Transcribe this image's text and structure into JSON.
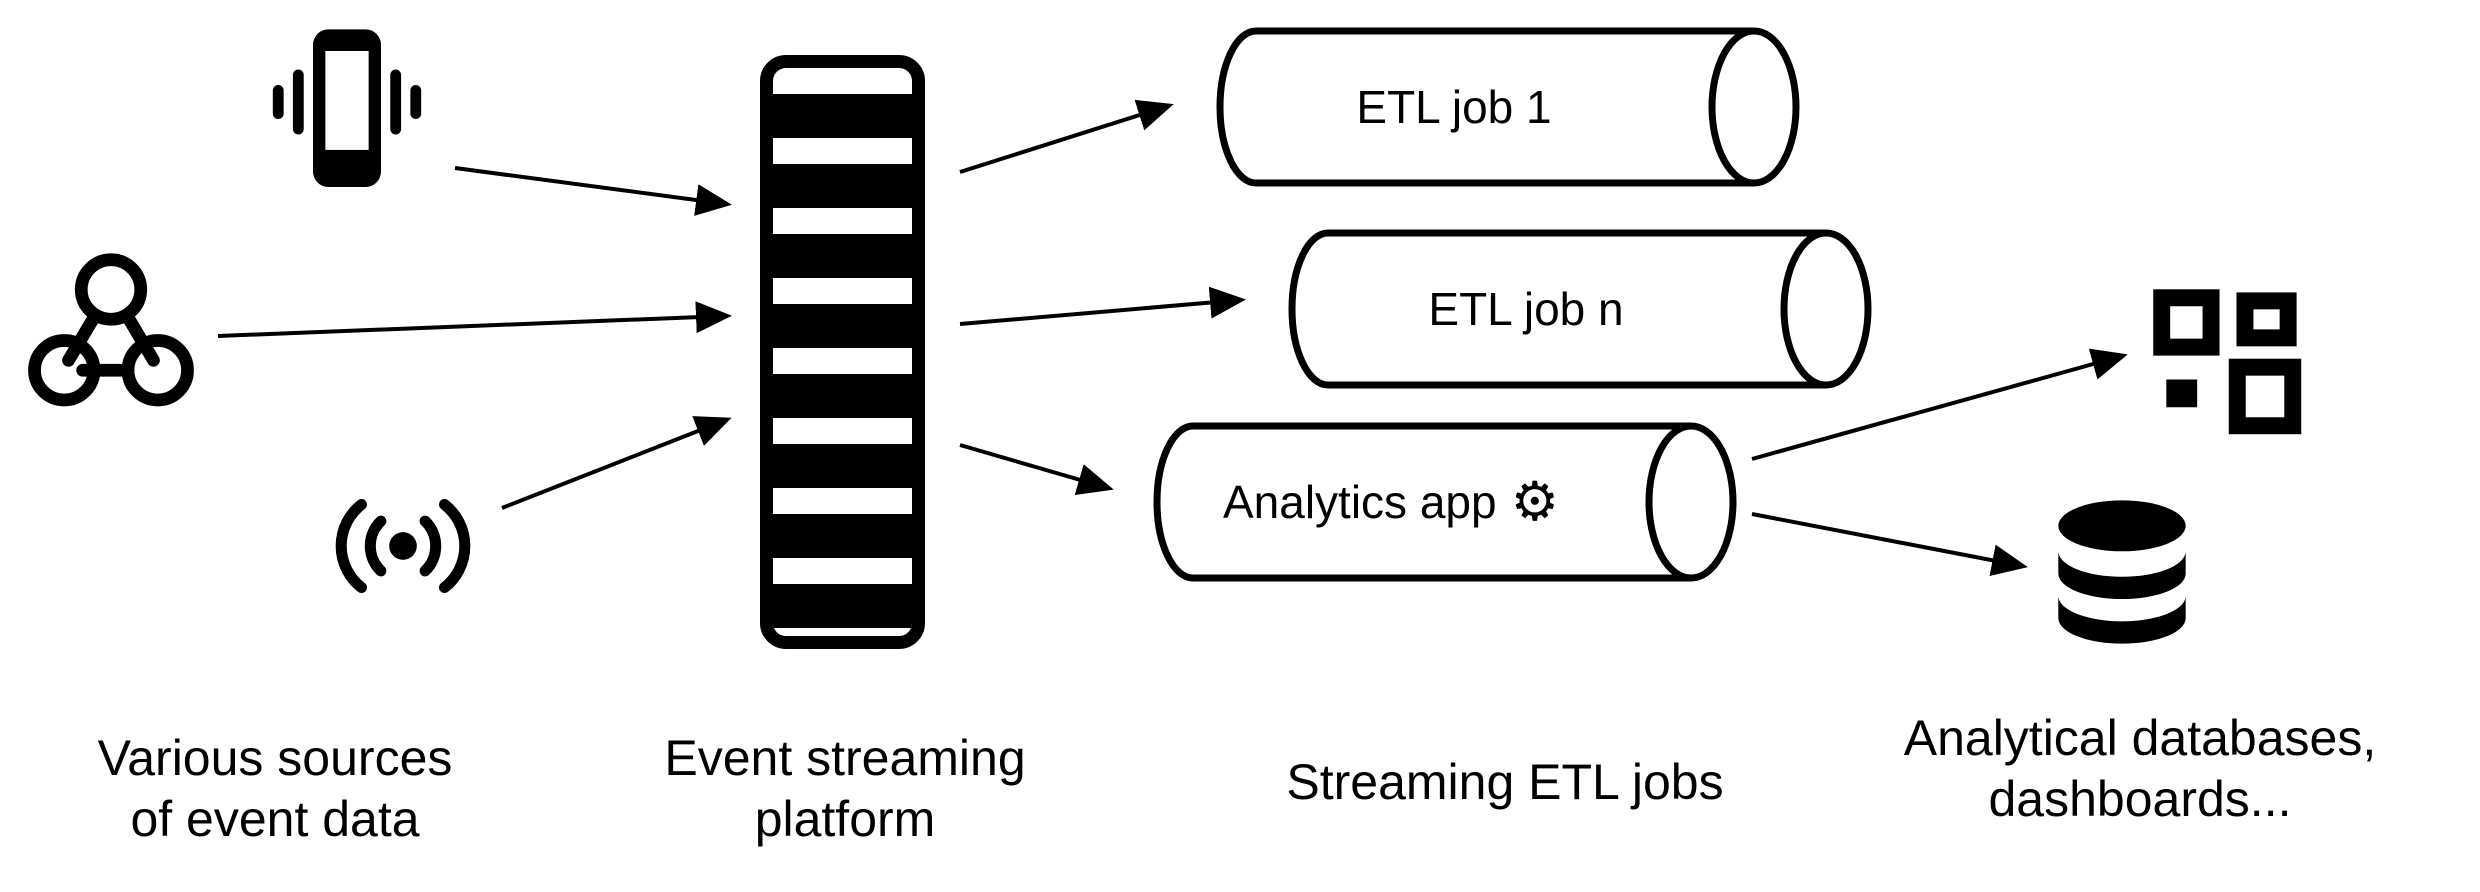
{
  "colors": {
    "foreground": "#000000",
    "background": "#ffffff"
  },
  "sources": {
    "caption": {
      "line1": "Various sources",
      "line2": "of event data"
    },
    "icons": [
      "mobile-vibration-icon",
      "webhook-icon",
      "broadcast-icon"
    ]
  },
  "platform": {
    "caption": {
      "line1": "Event streaming",
      "line2": "platform"
    }
  },
  "jobs": {
    "caption": "Streaming ETL jobs",
    "items": [
      {
        "label": "ETL job 1"
      },
      {
        "label": "ETL job n"
      },
      {
        "label": "Analytics app",
        "icon": "gear-icon",
        "icon_glyph": "⚙"
      }
    ]
  },
  "outputs": {
    "caption": {
      "line1": "Analytical databases,",
      "line2": "dashboards..."
    },
    "icons": [
      "dashboard-icon",
      "database-icon"
    ]
  }
}
